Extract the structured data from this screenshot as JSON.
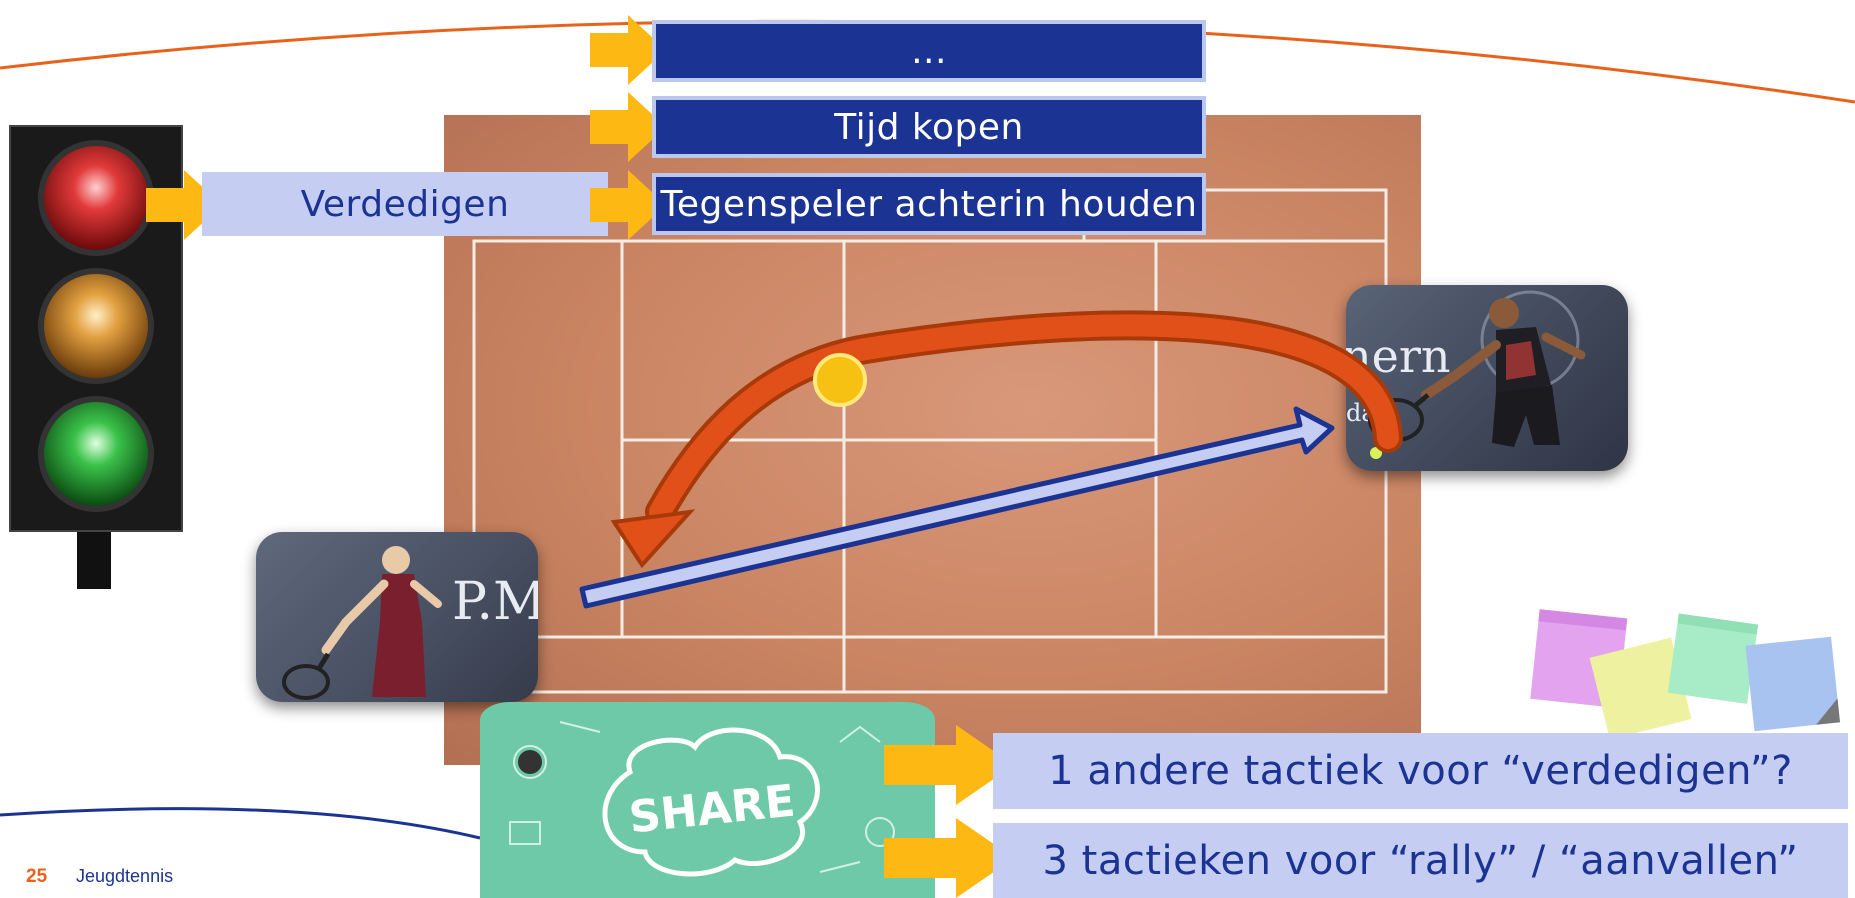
{
  "slide": {
    "page_number": "25",
    "footer_label": "Jeugdtennis"
  },
  "labels": {
    "defend": "Verdedigen",
    "option_more": "...",
    "option_buy_time": "Tijd kopen",
    "option_keep_back": "Tegenspeler achterin houden"
  },
  "questions": {
    "q1": "1 andere tactiek voor “verdedigen”?",
    "q2": "3 tactieken voor “rally” / “aanvallen”"
  },
  "photos": {
    "player_right_banner": "nern",
    "player_right_banner_sub": "day",
    "player_left_banner": "P.M",
    "share_word": "SHARE"
  },
  "colors": {
    "accent_orange": "#e8621b",
    "navy": "#1b3393",
    "light_blue": "#c5cdf2",
    "arrow_yellow": "#fdb813",
    "clay": "#c9815f"
  },
  "icons": [
    "traffic-light-icon",
    "sticky-notes-icon",
    "arrow-right-icon"
  ]
}
